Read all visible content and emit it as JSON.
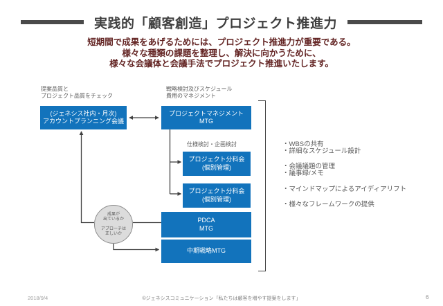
{
  "colors": {
    "accent_blue": "#1273BC",
    "title_gray": "#3F3F3F",
    "rule_gray": "#4A4A4A",
    "subtitle_dark_red": "#632423",
    "line_gray": "#404040",
    "label_gray": "#595959",
    "circle_fill": "#DCDCDC"
  },
  "header": {
    "title": "実践的「顧客創造」プロジェクト推進力",
    "subtitle_lines": [
      "短期間で成果をあげるためには、プロジェクト推進力が重要である。",
      "様々な種類の課題を整理し、解決に向かうために、",
      "様々な会議体と会議手法でプロジェクト推進いたします。"
    ]
  },
  "diagram": {
    "labels": {
      "account_check": "提案品質と\nプロジェクト品質をチェック",
      "strategy_mgmt": "戦略検討及びスケジュール\n費用のマネジメント",
      "spec_planning": "仕様検討・企画検討"
    },
    "boxes": {
      "account": "(ジェネシス社内・月次)\nアカウントプランニング会議",
      "pm": "プロジェクトマネジメント\nMTG",
      "sub1": "プロジェクト分科会\n(個別管理)",
      "sub2": "プロジェクト分科会\n(個別管理)",
      "pdca": "PDCA\nMTG",
      "mid_term": "中期戦略MTG"
    },
    "decision_circle": "成果が\n出ているか\n\nアプローチは\n正しいか",
    "bullets": [
      "・WBSの共有",
      "・詳細なスケジュール設計",
      "・会議議題の管理",
      "・議事録/メモ",
      "・マインドマップによるアイディアリフト",
      "・様々なフレームワークの提供"
    ]
  },
  "footer": {
    "date": "2018/9/4",
    "copyright": "©ジェネシスコミュニケーション「私たちは顧客を増やす提案をします」",
    "page_number": "6"
  }
}
